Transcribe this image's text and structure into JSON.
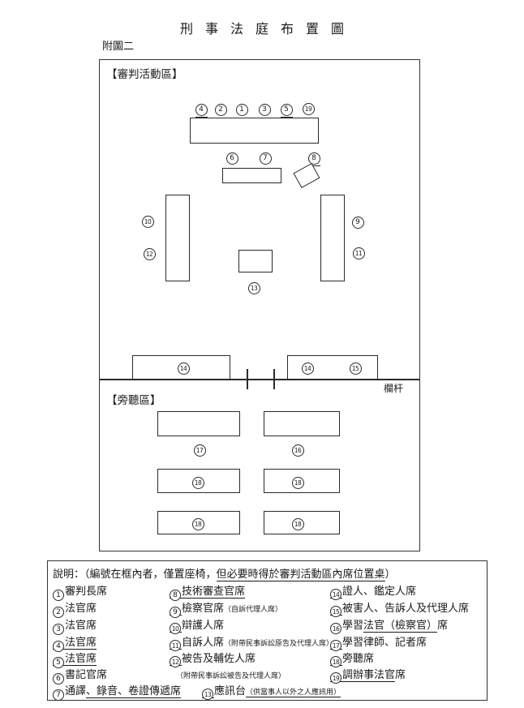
{
  "page": {
    "title": "刑事法庭布置圖",
    "figure_label": "附圖二"
  },
  "diagram": {
    "trial_area_label": "【審判活動區】",
    "gallery_area_label": "【旁聽區】",
    "railing_label": "欄杆",
    "top_row": {
      "n4": "4",
      "n2": "2",
      "n1": "1",
      "n3": "3",
      "n5": "5",
      "n19": "19"
    },
    "second_row": {
      "n6": "6",
      "n7": "7",
      "n8": "8"
    },
    "left_column": {
      "n10": "10",
      "n12": "12"
    },
    "right_column": {
      "n9": "9",
      "n11": "11"
    },
    "center": {
      "n13": "13"
    },
    "front_row": {
      "n14_left": "14",
      "n14_right": "14",
      "n15": "15"
    },
    "gallery": {
      "n17": "17",
      "n16": "16",
      "n18_1": "18",
      "n18_2": "18",
      "n18_3": "18",
      "n18_4": "18"
    }
  },
  "legend": {
    "heading_pre": "說明：（編號在框內者，僅置座椅，",
    "heading_u": "但必要時得於審判活動區內席位置桌",
    "heading_post": "）",
    "items": {
      "i1": {
        "num": "1",
        "text": "審判長席"
      },
      "i2": {
        "num": "2",
        "text": "法官席"
      },
      "i3": {
        "num": "3",
        "text": "法官席"
      },
      "i4": {
        "num": "4",
        "text": "法官席"
      },
      "i5": {
        "num": "5",
        "text": "法官席"
      },
      "i6": {
        "num": "6",
        "text": "書記官席"
      },
      "i7": {
        "num": "7",
        "text_pre": "通譯",
        "text_u": "、錄音、卷證傳遞席"
      },
      "i8": {
        "num": "8",
        "text": "技術審查官席"
      },
      "i9": {
        "num": "9",
        "text": "檢察官席",
        "note": "（自訴代理人席）"
      },
      "i10": {
        "num": "10",
        "text": "辯護人席"
      },
      "i11": {
        "num": "11",
        "text": "自訴人席",
        "note": "（附帶民事訴訟原告及代理人席）"
      },
      "i12": {
        "num": "12",
        "text": "被告及輔佐人席",
        "note2": "（附帶民事訴訟被告及代理人席）"
      },
      "i13": {
        "num": "13",
        "text": "應訊台",
        "note": "（供當事人以外之人應訊用）"
      },
      "i14": {
        "num": "14",
        "text": "證人、鑑定人席"
      },
      "i15": {
        "num": "15",
        "text": "被害人、告訴人及代理人席"
      },
      "i16": {
        "num": "16",
        "text_pre": "學習",
        "text_u": "法官（檢察官）",
        "text_post": "席"
      },
      "i17": {
        "num": "17",
        "text": "學習律師、記者席"
      },
      "i18": {
        "num": "18",
        "text": "旁聽席"
      },
      "i19": {
        "num": "19",
        "text_u": "調辦事法官",
        "text_post": "席"
      }
    }
  }
}
